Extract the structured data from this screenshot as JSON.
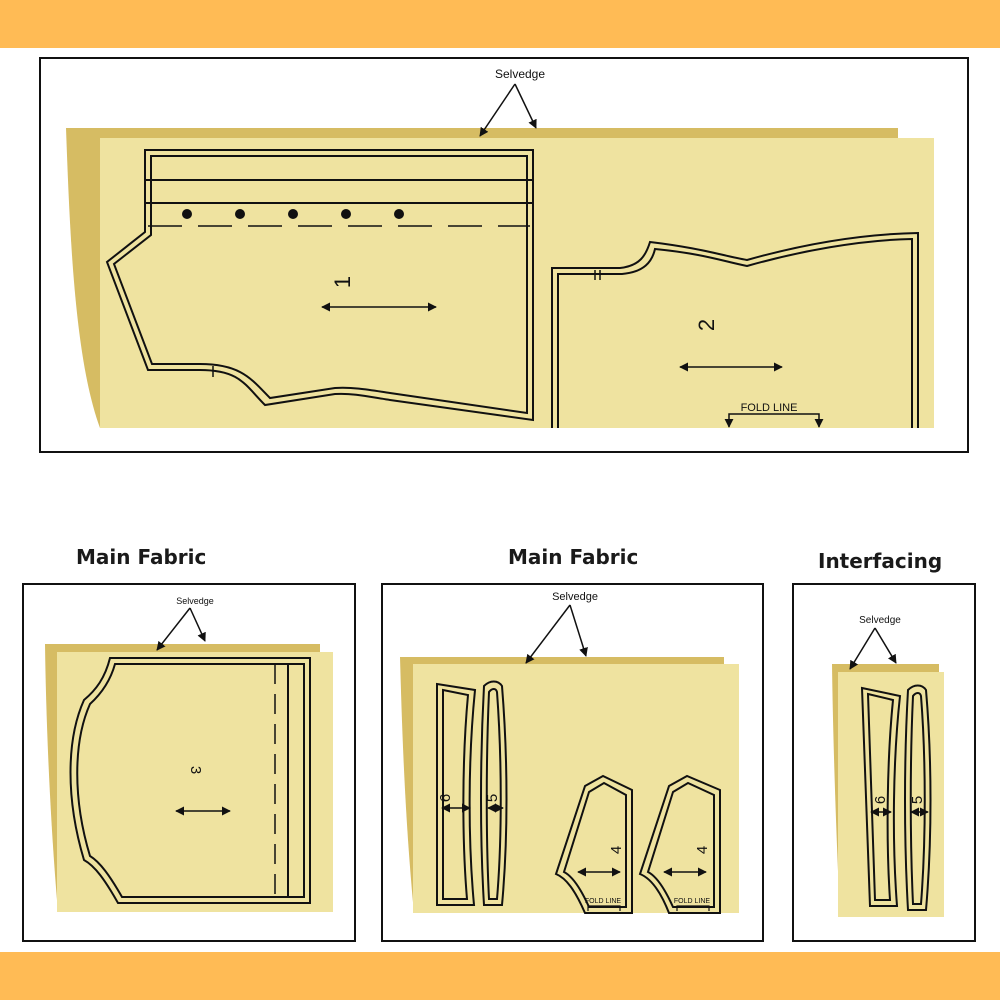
{
  "colors": {
    "band": "#ffbb55",
    "fabric": "#efe3a0",
    "fabric_fold": "#d6bc63",
    "outline": "#111111",
    "frame": "#111111"
  },
  "panels": {
    "top": {
      "selvedge_label": "Selvedge",
      "pieces": [
        {
          "number": "1"
        },
        {
          "number": "2",
          "fold_label": "FOLD LINE"
        }
      ]
    },
    "bottom_left": {
      "heading": "Main Fabric",
      "selvedge_label": "Selvedge",
      "pieces": [
        {
          "number": "3"
        }
      ]
    },
    "bottom_middle": {
      "heading": "Main Fabric",
      "selvedge_label": "Selvedge",
      "pieces": [
        {
          "number": "6"
        },
        {
          "number": "5"
        },
        {
          "number": "4",
          "fold_label": "FOLD LINE"
        },
        {
          "number": "4",
          "fold_label": "FOLD LINE"
        }
      ]
    },
    "bottom_right": {
      "heading": "Interfacing",
      "selvedge_label": "Selvedge",
      "pieces": [
        {
          "number": "6"
        },
        {
          "number": "5"
        }
      ]
    }
  }
}
